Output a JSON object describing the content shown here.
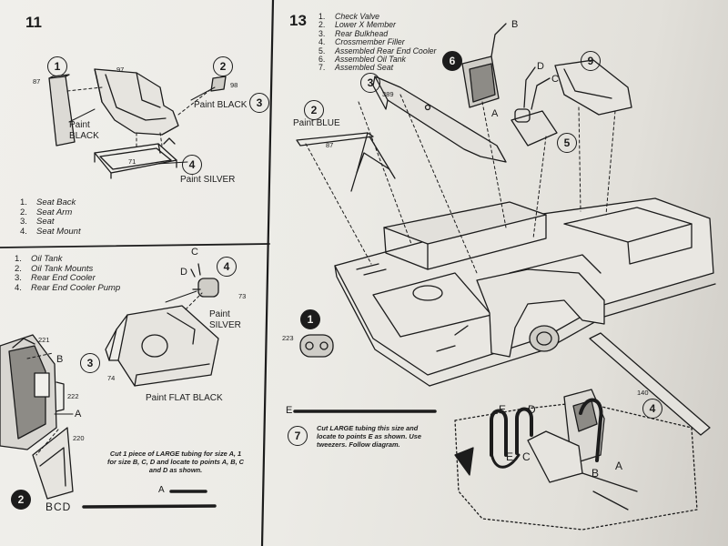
{
  "steps": {
    "s11": {
      "number": "11",
      "parts": [
        {
          "num": "1.",
          "name": "Seat Back"
        },
        {
          "num": "2.",
          "name": "Seat Arm"
        },
        {
          "num": "3.",
          "name": "Seat"
        },
        {
          "num": "4.",
          "name": "Seat Mount"
        }
      ],
      "callouts": [
        "1",
        "2",
        "3",
        "4"
      ],
      "part_numbers": [
        "97",
        "87",
        "98",
        "71"
      ],
      "paint_labels": [
        "Paint BLACK",
        "Paint BLACK",
        "Paint SILVER"
      ]
    },
    "s12": {
      "parts": [
        {
          "num": "1.",
          "name": "Oil Tank"
        },
        {
          "num": "2.",
          "name": "Oil Tank Mounts"
        },
        {
          "num": "3.",
          "name": "Rear End Cooler"
        },
        {
          "num": "4.",
          "name": "Rear End Cooler Pump"
        }
      ],
      "callouts": [
        "4",
        "3",
        "2"
      ],
      "part_numbers": [
        "73",
        "74",
        "221",
        "222",
        "220"
      ],
      "letters": [
        "C",
        "D",
        "B",
        "A"
      ],
      "paint_labels": [
        "Paint SILVER",
        "Paint FLAT BLACK"
      ],
      "note": "Cut 1 piece of LARGE tubing for size A, 1 for size B, C, D and locate to points A, B, C and D as shown.",
      "size_labels": [
        "A",
        "BCD"
      ]
    },
    "s13": {
      "number": "13",
      "parts": [
        {
          "num": "1.",
          "name": "Check Valve"
        },
        {
          "num": "2.",
          "name": "Lower X Member"
        },
        {
          "num": "3.",
          "name": "Rear Bulkhead"
        },
        {
          "num": "4.",
          "name": "Crossmember Filler"
        },
        {
          "num": "5.",
          "name": "Assembled Rear End Cooler"
        },
        {
          "num": "6.",
          "name": "Assembled Oil Tank"
        },
        {
          "num": "7.",
          "name": "Assembled Seat"
        }
      ],
      "callouts": [
        "2",
        "3",
        "6",
        "9",
        "5",
        "1",
        "4",
        "7"
      ],
      "part_numbers": [
        "389",
        "87",
        "223",
        "140"
      ],
      "letters": [
        "B",
        "D",
        "C",
        "A",
        "E",
        "D",
        "E",
        "C",
        "B",
        "A"
      ],
      "paint_labels": [
        "Paint BLUE"
      ],
      "size_label": "E",
      "note": "Cut LARGE tubing this size and locate to points E as shown. Use tweezers. Follow diagram."
    }
  }
}
